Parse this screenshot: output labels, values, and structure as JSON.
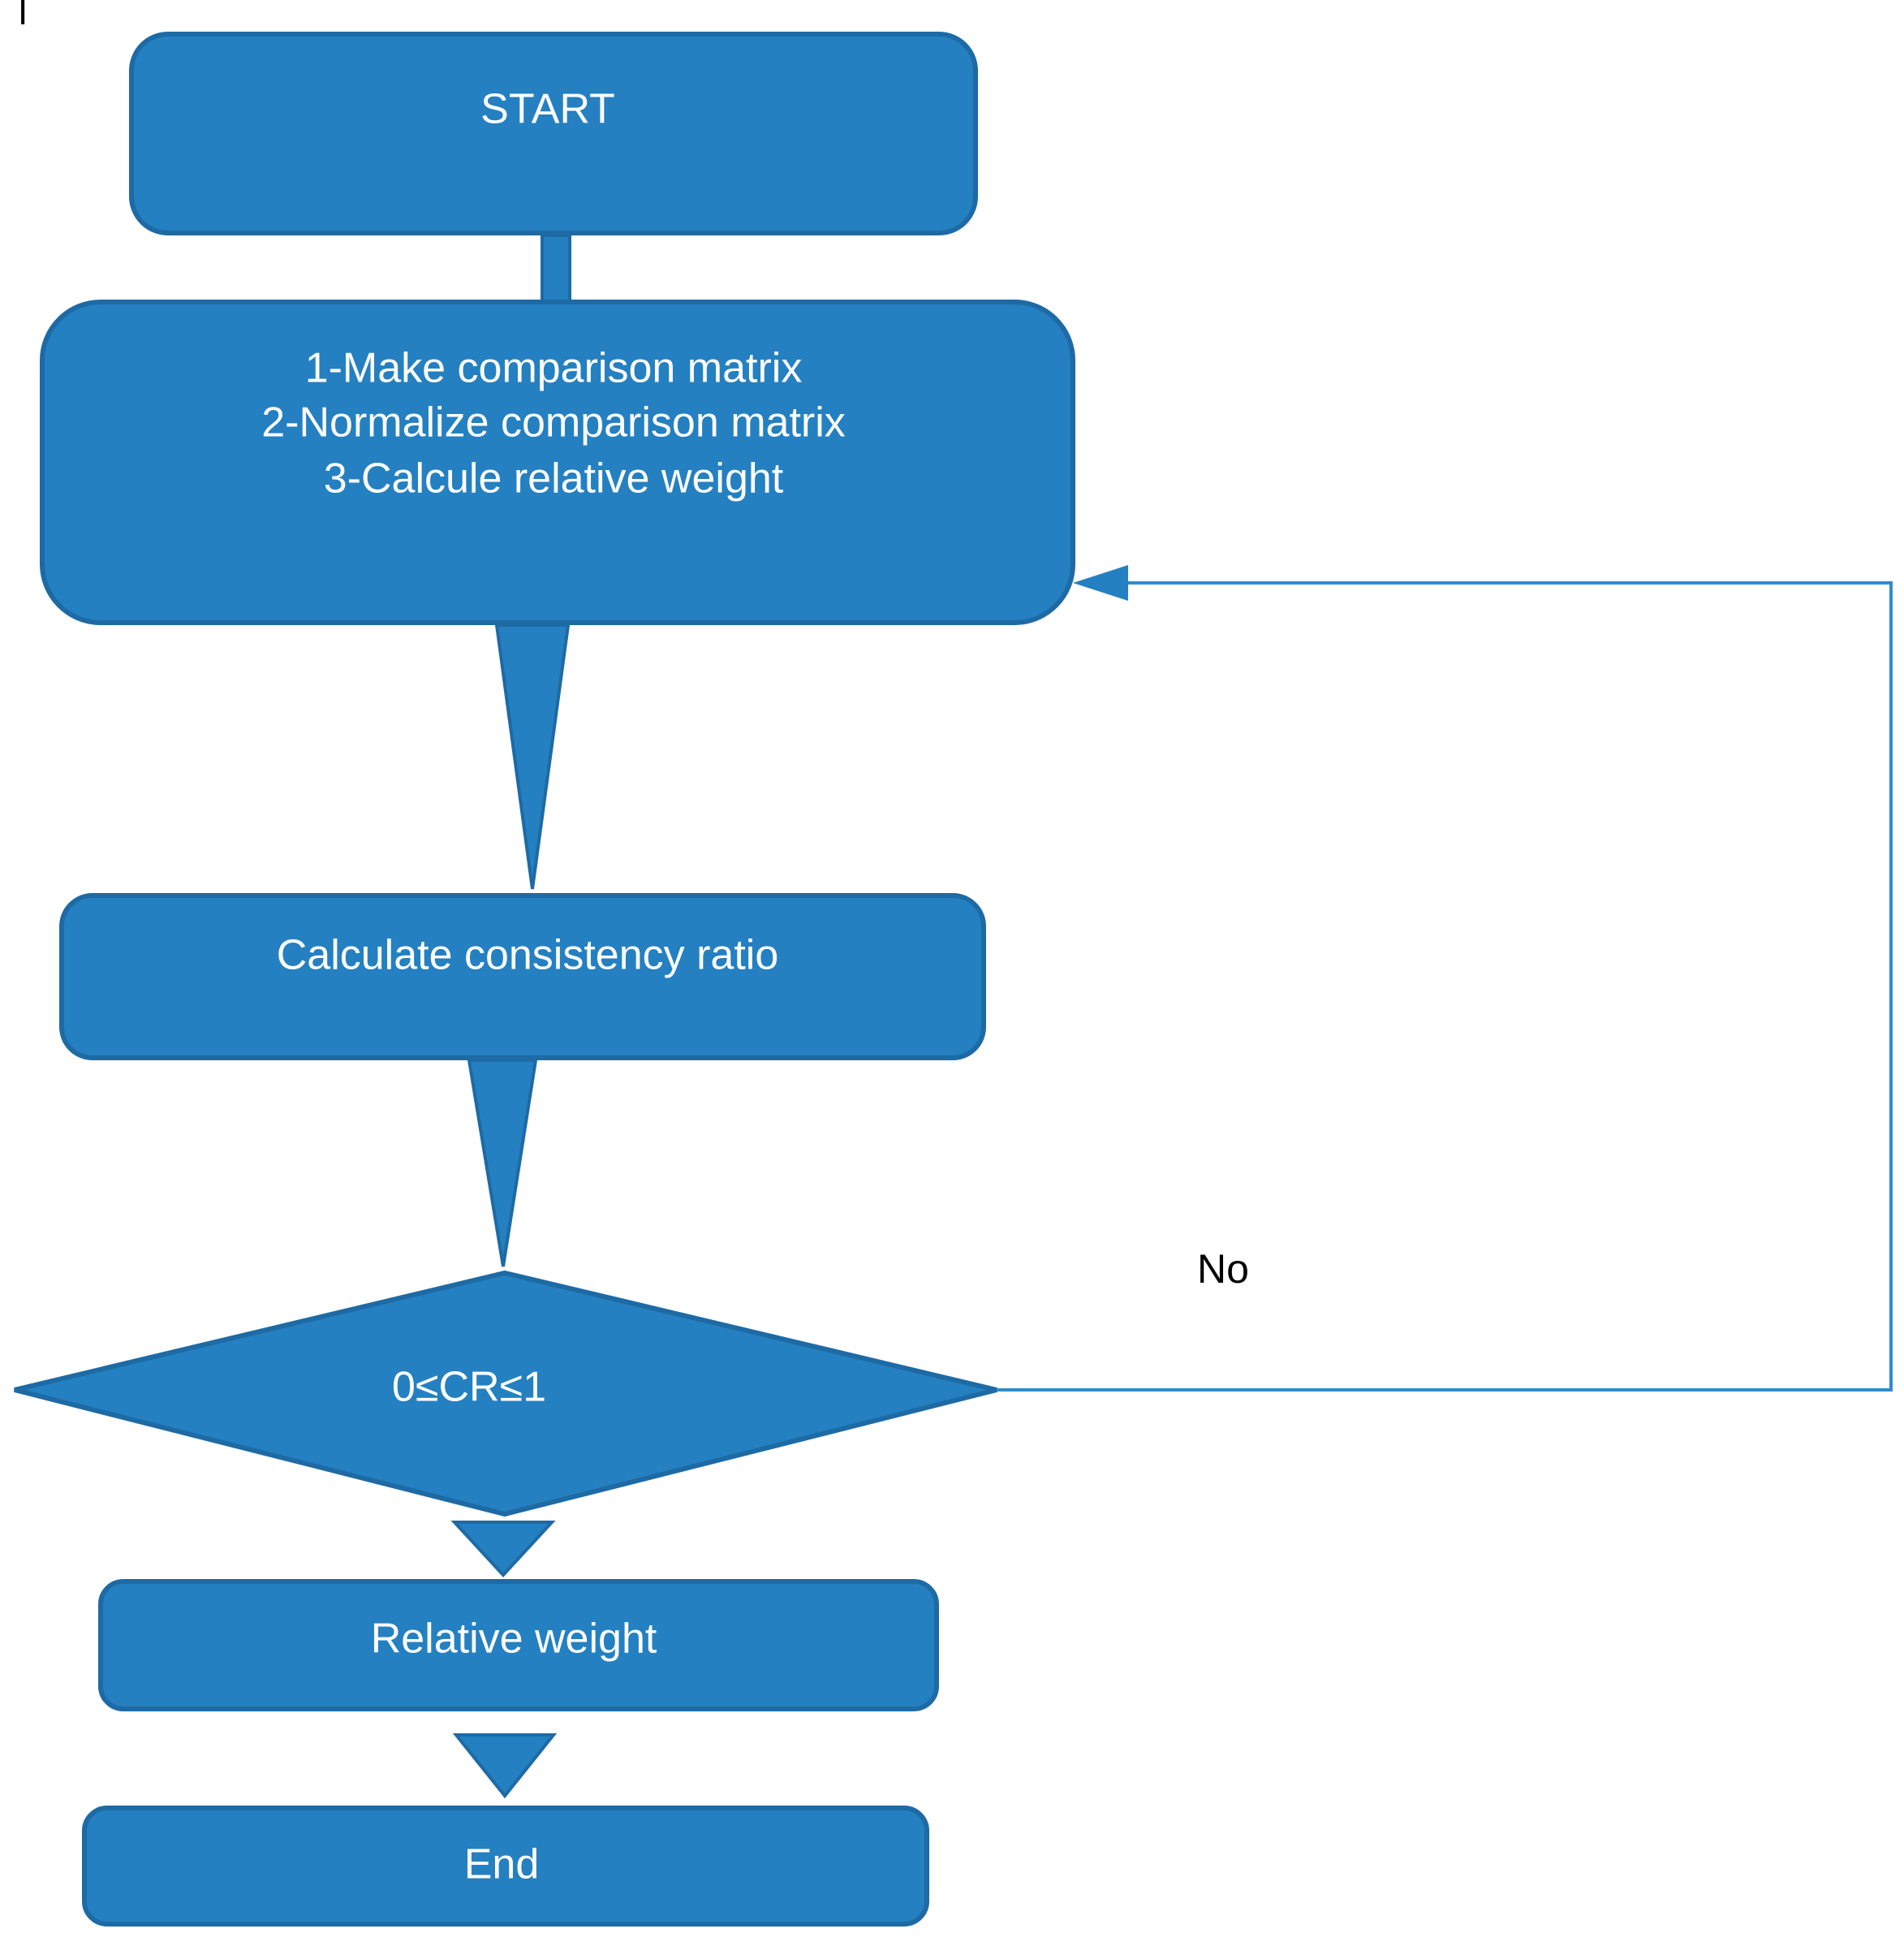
{
  "diagram": {
    "type": "flowchart",
    "accent_color": "#2480c1",
    "border_color": "#1d6aa5",
    "nodes": {
      "start": {
        "label": "START"
      },
      "process": {
        "lines": [
          "1-Make comparison matrix",
          "2-Normalize comparison matrix",
          "3-Calcule relative weight"
        ]
      },
      "consistency": {
        "label": "Calculate consistency ratio"
      },
      "decision": {
        "label": "0≤CR≤1"
      },
      "result": {
        "label": "Relative weight"
      },
      "end": {
        "label": "End"
      }
    },
    "edges": [
      {
        "from": "start",
        "to": "process",
        "label": ""
      },
      {
        "from": "process",
        "to": "consistency",
        "label": ""
      },
      {
        "from": "consistency",
        "to": "decision",
        "label": ""
      },
      {
        "from": "decision",
        "to": "result",
        "label": ""
      },
      {
        "from": "result",
        "to": "end",
        "label": ""
      },
      {
        "from": "decision",
        "to": "process",
        "label": "No"
      }
    ],
    "corner_mark": "I"
  }
}
